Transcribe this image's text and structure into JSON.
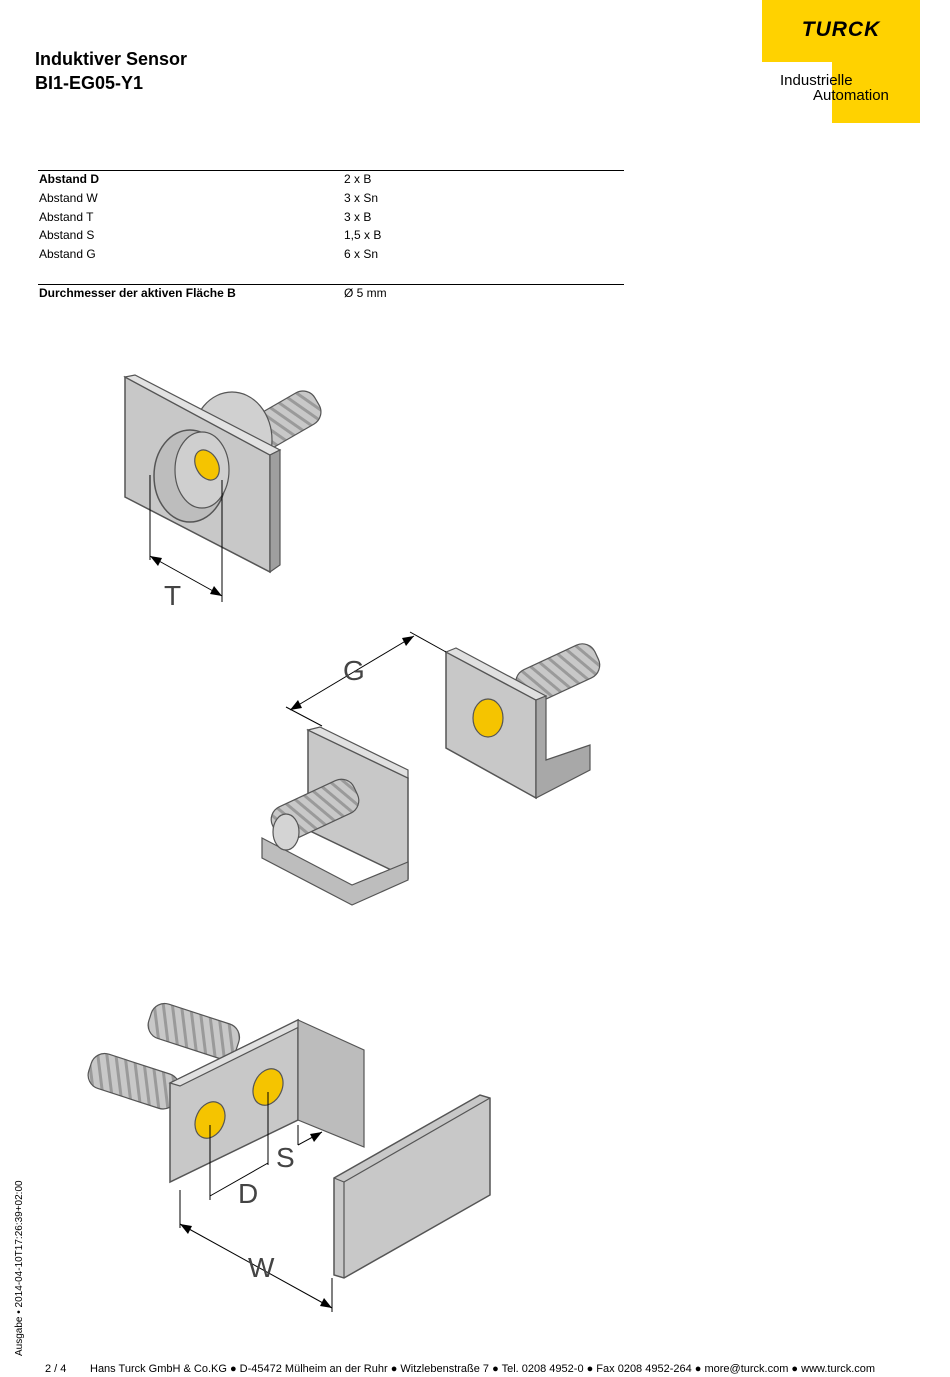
{
  "header": {
    "title_line1": "Induktiver Sensor",
    "title_line2": "BI1-EG05-Y1",
    "logo_text": "TURCK",
    "tagline_line1": "Industrielle",
    "tagline_line2": "Automation"
  },
  "distances": [
    {
      "label": "Abstand D",
      "value": "2 x B"
    },
    {
      "label": "Abstand W",
      "value": "3 x Sn"
    },
    {
      "label": "Abstand T",
      "value": "3 x B"
    },
    {
      "label": "Abstand S",
      "value": "1,5 x B"
    },
    {
      "label": "Abstand G",
      "value": "6 x Sn"
    }
  ],
  "diameter": {
    "label": "Durchmesser der aktiven Fläche B",
    "value": "Ø 5 mm"
  },
  "figure_labels": {
    "t": "T",
    "g": "G",
    "s": "S",
    "d": "D",
    "w": "W"
  },
  "colors": {
    "brand_yellow": "#ffd200",
    "sensor_face": "#f5c400",
    "part_gray": "#c8c8c8"
  },
  "side_note": "Ausgabe • 2014-04-10T17:26:39+02:00",
  "footer": {
    "page": "2 / 4",
    "address": "Hans Turck GmbH & Co.KG ● D-45472 Mülheim an der Ruhr ● Witzlebenstraße 7 ● Tel. 0208 4952-0 ● Fax 0208 4952-264 ● more@turck.com ● www.turck.com"
  }
}
